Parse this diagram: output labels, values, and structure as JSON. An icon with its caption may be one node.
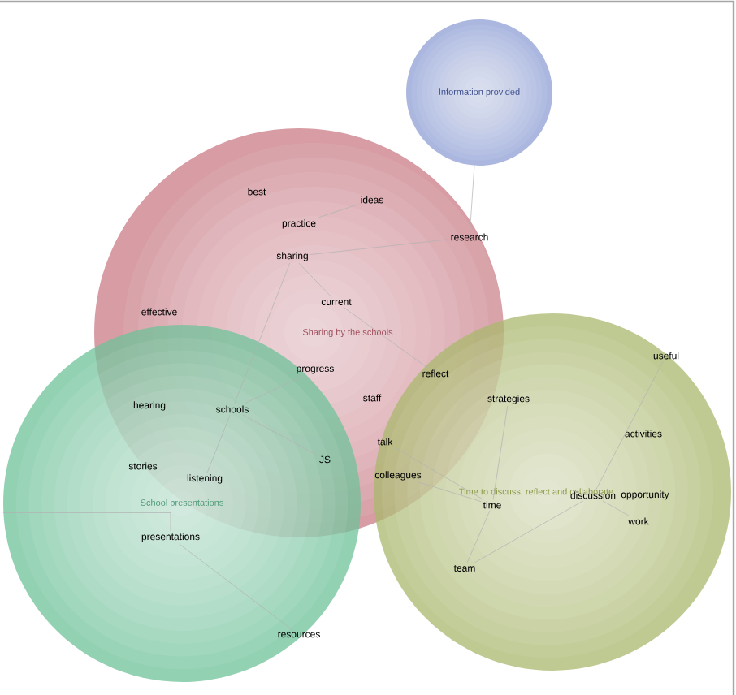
{
  "diagram": {
    "nodes": [
      {
        "text": [
          "Information provided"
        ]
      },
      {
        "text": [
          "Sharing by the schools"
        ]
      },
      {
        "text": [
          "best"
        ],
        "in": 1
      },
      {
        "text": [
          "ideas"
        ],
        "in": 1
      },
      {
        "text": [
          "practice"
        ],
        "in": 1
      },
      {
        "text": [
          "research"
        ],
        "in": 1
      },
      {
        "text": [
          "sharing"
        ],
        "in": 1
      },
      {
        "text": [
          "current"
        ],
        "in": 1
      },
      {
        "text": [
          "effective"
        ],
        "in": 1
      },
      {
        "text": [
          "progress"
        ],
        "in": 1
      },
      {
        "text": [
          "staff"
        ],
        "in": 1
      },
      {
        "text": [
          "reflect"
        ]
      },
      {
        "text": [
          "hearing"
        ]
      },
      {
        "text": [
          "schools"
        ]
      },
      {
        "text": [
          "talk"
        ]
      },
      {
        "text": [
          "JS"
        ]
      },
      {
        "text": [
          "colleagues"
        ]
      },
      {
        "text": [
          "listening"
        ]
      },
      {
        "text": [
          "School presentations"
        ]
      },
      {
        "text": [
          "stories"
        ],
        "in": 18
      },
      {
        "text": [
          "presentations"
        ],
        "in": 18
      },
      {
        "text": [
          "resources"
        ],
        "in": 18
      },
      {
        "text": [
          "Time to discuss, reflect and collaborate"
        ]
      },
      {
        "text": [
          "strategies"
        ],
        "in": 22
      },
      {
        "text": [
          "useful"
        ],
        "in": 22
      },
      {
        "text": [
          "activities"
        ],
        "in": 22
      },
      {
        "text": [
          "time"
        ],
        "in": 22
      },
      {
        "text": [
          "discussion"
        ],
        "in": 22
      },
      {
        "text": [
          "opportunity"
        ],
        "in": 22
      },
      {
        "text": [
          "work"
        ],
        "in": 22
      },
      {
        "text": [
          "team"
        ],
        "in": 22
      }
    ],
    "edges": [
      {
        "from": 0,
        "to": 5,
        "arrow": "none"
      },
      {
        "from": 5,
        "to": 6,
        "arrow": "none"
      },
      {
        "from": 4,
        "to": 3,
        "arrow": "none"
      },
      {
        "from": 6,
        "to": 7,
        "arrow": "none"
      },
      {
        "from": 7,
        "to": 11,
        "arrow": "none"
      },
      {
        "from": 6,
        "to": 13,
        "arrow": "none"
      },
      {
        "from": 13,
        "to": 9,
        "arrow": "none"
      },
      {
        "from": 13,
        "to": 15,
        "arrow": "none"
      },
      {
        "from": 13,
        "to": 17,
        "arrow": "none"
      },
      {
        "from": 18,
        "to": 20,
        "arrow": "none"
      },
      {
        "from": 20,
        "to": 21,
        "arrow": "none"
      },
      {
        "from": 23,
        "to": 26,
        "arrow": "none"
      },
      {
        "from": 16,
        "to": 26,
        "arrow": "none"
      },
      {
        "from": 14,
        "to": 26,
        "arrow": "none"
      },
      {
        "from": 26,
        "to": 30,
        "arrow": "none"
      },
      {
        "from": 30,
        "to": 27,
        "arrow": "none"
      },
      {
        "from": 27,
        "to": 24,
        "arrow": "none"
      },
      {
        "from": 27,
        "to": 29,
        "arrow": "none"
      }
    ]
  }
}
